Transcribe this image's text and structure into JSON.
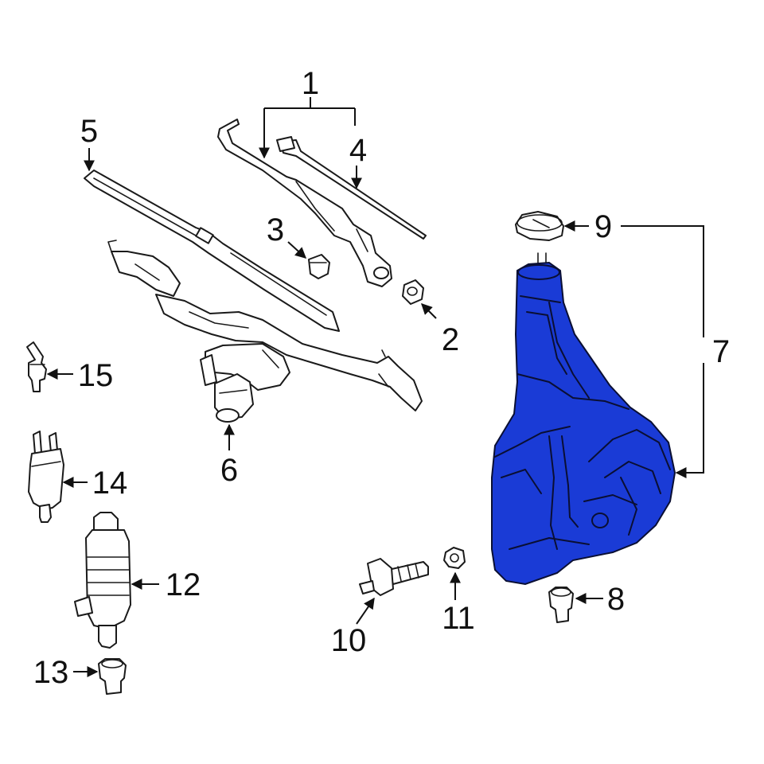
{
  "colors": {
    "highlight": "#1a3bd6",
    "outline": "#1a1a1a",
    "background": "#ffffff"
  },
  "callouts": {
    "c1": "1",
    "c2": "2",
    "c3": "3",
    "c4": "4",
    "c5": "5",
    "c6": "6",
    "c7": "7",
    "c8": "8",
    "c9": "9",
    "c10": "10",
    "c11": "11",
    "c12": "12",
    "c13": "13",
    "c14": "14",
    "c15": "15"
  }
}
